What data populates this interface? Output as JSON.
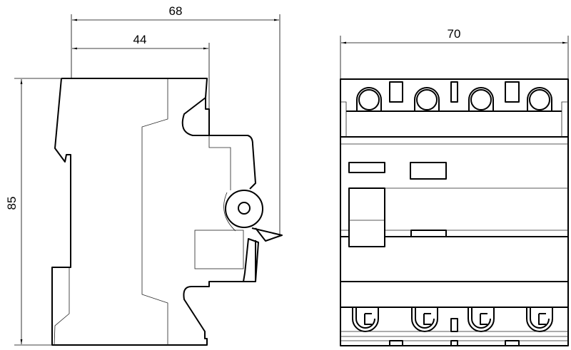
{
  "dimensions": {
    "side_total_depth": "68",
    "side_front_depth": "44",
    "height": "85",
    "front_width": "70"
  },
  "colors": {
    "line": "#000000",
    "background": "#ffffff"
  }
}
